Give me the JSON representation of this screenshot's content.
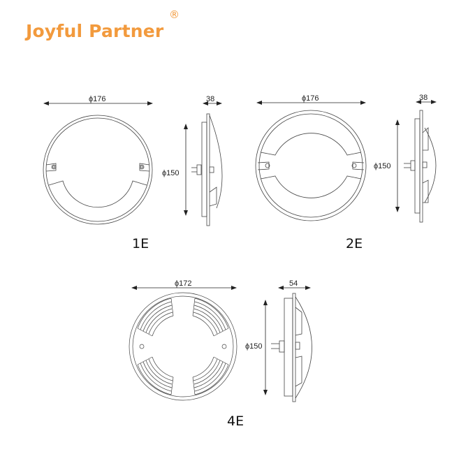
{
  "brand": {
    "name": "Joyful Partner",
    "registered_mark": "®",
    "color": "#f29a3d"
  },
  "models": [
    {
      "id": "1E",
      "label": "1E",
      "front_diameter": "ϕ176",
      "depth": "38",
      "side_diameter": "ϕ150"
    },
    {
      "id": "2E",
      "label": "2E",
      "front_diameter": "ϕ176",
      "depth": "38",
      "side_diameter": "ϕ150"
    },
    {
      "id": "4E",
      "label": "4E",
      "front_diameter": "ϕ172",
      "depth": "54",
      "side_diameter": "ϕ150"
    }
  ],
  "line_color": "#333333"
}
